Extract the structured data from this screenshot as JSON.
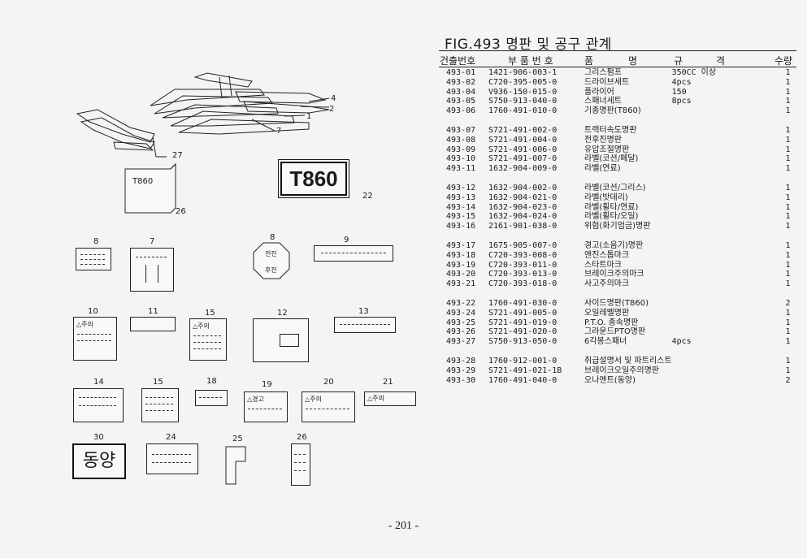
{
  "title": "FIG.493 명판 및 공구 관계",
  "headers": {
    "no": "건출번호",
    "part": "부 품 번 호",
    "name_a": "품",
    "name_b": "명",
    "spec_a": "규",
    "spec_b": "격",
    "qty": "수량"
  },
  "rows": [
    {
      "no": "493-01",
      "part": "1421-906-003-1",
      "name": "그리스펌프",
      "spec": "350CC 이상",
      "qty": "1"
    },
    {
      "no": "493-02",
      "part": "C720-395-005-0",
      "name": "드라이브세트",
      "spec": "4pcs",
      "qty": "1"
    },
    {
      "no": "493-04",
      "part": "V936-150-015-0",
      "name": "플라이어",
      "spec": "150",
      "qty": "1"
    },
    {
      "no": "493-05",
      "part": "S750-913-040-0",
      "name": "스패너세트",
      "spec": "8pcs",
      "qty": "1"
    },
    {
      "no": "493-06",
      "part": "1760-491-010-0",
      "name": "기종명판(T860)",
      "spec": "",
      "qty": "1"
    },
    {
      "gap": true
    },
    {
      "no": "493-07",
      "part": "S721-491-002-0",
      "name": "트랙터속도명판",
      "spec": "",
      "qty": "1"
    },
    {
      "no": "493-08",
      "part": "S721-491-004-0",
      "name": "전후진명판",
      "spec": "",
      "qty": "1"
    },
    {
      "no": "493-09",
      "part": "S721-491-006-0",
      "name": "유압조절명판",
      "spec": "",
      "qty": "1"
    },
    {
      "no": "493-10",
      "part": "S721-491-007-0",
      "name": "라벨(코션/페달)",
      "spec": "",
      "qty": "1"
    },
    {
      "no": "493-11",
      "part": "1632-904-009-0",
      "name": "라벨(연료)",
      "spec": "",
      "qty": "1"
    },
    {
      "gap": true
    },
    {
      "no": "493-12",
      "part": "1632-904-002-0",
      "name": "라벨(코션/그리스)",
      "spec": "",
      "qty": "1"
    },
    {
      "no": "493-13",
      "part": "1632-904-021-0",
      "name": "라벨(밧데리)",
      "spec": "",
      "qty": "1"
    },
    {
      "no": "493-14",
      "part": "1632-904-023-0",
      "name": "라벨(휠타/연료)",
      "spec": "",
      "qty": "1"
    },
    {
      "no": "493-15",
      "part": "1632-904-024-0",
      "name": "라벨(휠타/오일)",
      "spec": "",
      "qty": "1"
    },
    {
      "no": "493-16",
      "part": "2161-901-038-0",
      "name": "위험(화기엄금)명판",
      "spec": "",
      "qty": "1"
    },
    {
      "gap": true
    },
    {
      "no": "493-17",
      "part": "1675-905-007-0",
      "name": "경고(소음기)명판",
      "spec": "",
      "qty": "1"
    },
    {
      "no": "493-18",
      "part": "C720-393-008-0",
      "name": "엔진스톱마크",
      "spec": "",
      "qty": "1"
    },
    {
      "no": "493-19",
      "part": "C720-393-011-0",
      "name": "스타트마크",
      "spec": "",
      "qty": "1"
    },
    {
      "no": "493-20",
      "part": "C720-393-013-0",
      "name": "브레이크주의마크",
      "spec": "",
      "qty": "1"
    },
    {
      "no": "493-21",
      "part": "C720-393-018-0",
      "name": "사고주의마크",
      "spec": "",
      "qty": "1"
    },
    {
      "gap": true
    },
    {
      "no": "493-22",
      "part": "1760-491-030-0",
      "name": "사이드명판(T860)",
      "spec": "",
      "qty": "2"
    },
    {
      "no": "493-24",
      "part": "S721-491-005-0",
      "name": "오일레벨명판",
      "spec": "",
      "qty": "1"
    },
    {
      "no": "493-25",
      "part": "S721-491-019-0",
      "name": "P.T.O. 종속명판",
      "spec": "",
      "qty": "1"
    },
    {
      "no": "493-26",
      "part": "S721-491-020-0",
      "name": "그라운드PTO명판",
      "spec": "",
      "qty": "1"
    },
    {
      "no": "493-27",
      "part": "S750-913-050-0",
      "name": "6각봉스패너",
      "spec": "4pcs",
      "qty": "1"
    },
    {
      "gap": true
    },
    {
      "no": "493-28",
      "part": "1760-912-001-0",
      "name": "취급설명서 및 파트리스트",
      "spec": "",
      "qty": "1"
    },
    {
      "no": "493-29",
      "part": "S721-491-021-1B",
      "name": "브레이크오일주의명판",
      "spec": "",
      "qty": "1"
    },
    {
      "no": "493-30",
      "part": "1760-491-040-0",
      "name": "오나멘트(동양)",
      "spec": "",
      "qty": "2"
    }
  ],
  "page_number": "- 201 -",
  "diagram": {
    "callouts": {
      "c1": "1",
      "c2": "2",
      "c4": "4",
      "c7": "7",
      "c27": "27",
      "c26": "26",
      "c22": "22",
      "c8a": "8",
      "c7b": "7",
      "c8b": "8",
      "c9": "9",
      "c10": "10",
      "c11": "11",
      "c15": "15",
      "c12": "12",
      "c13": "13",
      "c14": "14",
      "c15b": "15",
      "c18": "18",
      "c19": "19",
      "c20": "20",
      "c21": "21",
      "c30": "30",
      "c24": "24",
      "c25": "25",
      "c26b": "26"
    },
    "plate_t860": "T860",
    "box_t860": "T860",
    "ornament": "동양",
    "warn_caution": "△주의",
    "warn_caution2": "△주의",
    "warn_warning": "△경고",
    "warn_caution3": "△주의",
    "warn_caution4": "△주의",
    "dir_fwd": "전진",
    "dir_rev": "후진"
  }
}
